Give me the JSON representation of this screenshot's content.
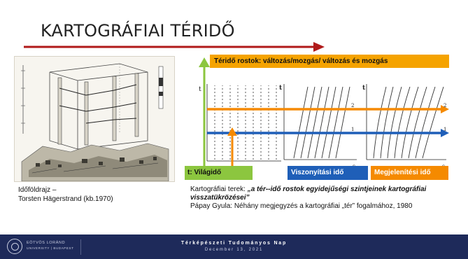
{
  "slide": {
    "title": "KARTOGRÁFIAI TÉRIDŐ",
    "band_top": "Téridő rostok: változás/mozgás/ változás és mozgás",
    "label_vilagido": "t: Világidő",
    "label_viszonyitasi": "Viszonyítási idő",
    "label_megjelenitesi": "Megjelenítési idő",
    "caption_left_line1": "Időföldrajz –",
    "caption_left_line2": "Torsten Hägerstrand (kb.1970)",
    "caption_right_prefix": "Kartográfiai terek: ",
    "caption_right_quote": "„a tér--idő rostok egyidejűségi szintjeinek kartográfiai visszatükrözései”",
    "caption_right_ref": "Pápay Gyula: Néhány megjegyzés a kartográfiai „tér” fogalmához, 1980",
    "axis_t": "t",
    "axis_s": "s",
    "level_2": "2",
    "level_1": "1"
  },
  "footer": {
    "logo_line1": "EÖTVÖS LORÁND",
    "logo_line2": "UNIVERSITY | BUDAPEST",
    "title": "Térképészeti Tudományos Nap",
    "date": "December 13, 2021"
  },
  "colors": {
    "title_arrow": "#b01a1a",
    "vilagido_green": "#8cc63f",
    "band_orange": "#f5a300",
    "viszonyitasi_blue": "#1f5fb8",
    "megjelenitesi_orange": "#f58a00",
    "footer_navy": "#1e2a5a"
  }
}
